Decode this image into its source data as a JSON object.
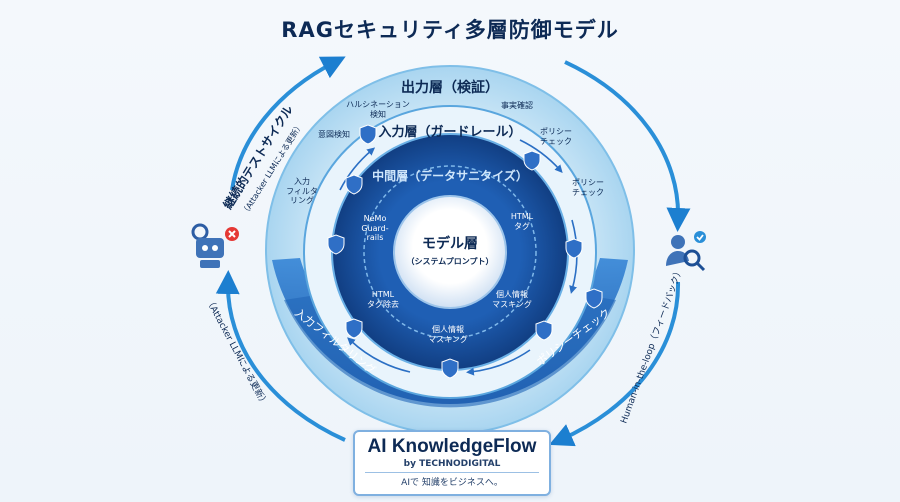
{
  "title": "RAGセキュリティ多層防御モデル",
  "layers": {
    "output": {
      "name": "出力層（検証）",
      "items": [
        "ハルシネーション\n検知",
        "事実確認",
        "ポリシー\nチェック",
        "ポリシー\nチェック",
        "意図検知"
      ]
    },
    "input": {
      "name": "入力層（ガードレール）",
      "items": [
        "入力\nフィルタ\nリング"
      ]
    },
    "middle": {
      "name": "中間層（データサニタイズ）",
      "items": [
        "NeMo\nGuard-\nrails",
        "HTML\nタグ",
        "個人情報\nマスキング",
        "個人情報\nマスキング",
        "HTML\nタグ除去"
      ]
    },
    "model": {
      "name": "モデル層",
      "sub": "（システムプロンプト）"
    },
    "bottom_left_band": "入力フィルタリング",
    "bottom_right_band": "ポリシーチェック"
  },
  "loop": {
    "left_upper": "継続的テストサイクル",
    "left_upper_sub": "（Attacker LLMによる更新）",
    "left_lower": "（Attacker LLMによる更新）",
    "right": "Human-in-the-loop（フィードバック）"
  },
  "icons": {
    "left": "robot-attacker-icon",
    "right": "human-review-icon"
  },
  "colors": {
    "dark_navy": "#0d2a55",
    "deep_blue": "#123f85",
    "mid_blue": "#2a6fc4",
    "light_blue": "#9fd0ef",
    "accent_red": "#e53935"
  },
  "brand": {
    "name": "AI KnowledgeFlow",
    "by": "by TECHNODIGITAL",
    "tagline": "AIで 知識をビジネスへ。"
  }
}
